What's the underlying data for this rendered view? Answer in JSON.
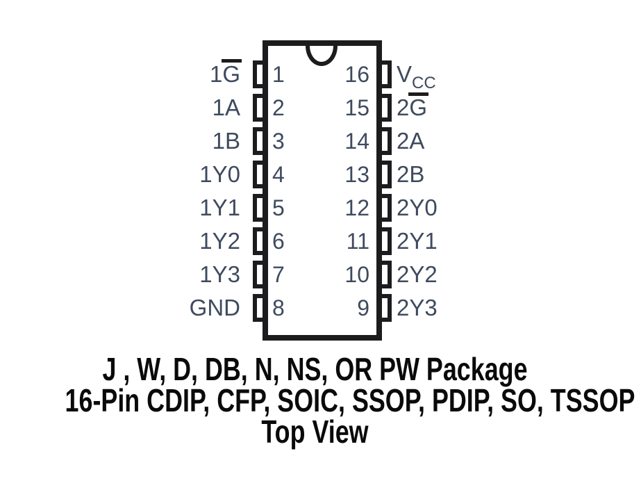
{
  "ic": {
    "pins_left": [
      {
        "num": "1",
        "label": "1G",
        "overline": "G"
      },
      {
        "num": "2",
        "label": "1A"
      },
      {
        "num": "3",
        "label": "1B"
      },
      {
        "num": "4",
        "label": "1Y0"
      },
      {
        "num": "5",
        "label": "1Y1"
      },
      {
        "num": "6",
        "label": "1Y2"
      },
      {
        "num": "7",
        "label": "1Y3"
      },
      {
        "num": "8",
        "label": "GND"
      }
    ],
    "pins_right": [
      {
        "num": "16",
        "label": "VCC",
        "base": "V",
        "sub": "CC"
      },
      {
        "num": "15",
        "label": "2G",
        "overline": "G"
      },
      {
        "num": "14",
        "label": "2A"
      },
      {
        "num": "13",
        "label": "2B"
      },
      {
        "num": "12",
        "label": "2Y0"
      },
      {
        "num": "11",
        "label": "2Y1"
      },
      {
        "num": "10",
        "label": "2Y2"
      },
      {
        "num": "9",
        "label": "2Y3"
      }
    ]
  },
  "caption": {
    "line1": "J , W, D, DB, N, NS, OR PW Package",
    "line2": "16-Pin CDIP, CFP, SOIC, SSOP, PDIP, SO, TSSOP",
    "line3": "Top View"
  },
  "colors": {
    "outline": "#1c1c1e",
    "pin_text": "#3e4a5e",
    "caption": "#0a0a0a",
    "background": "#ffffff"
  }
}
